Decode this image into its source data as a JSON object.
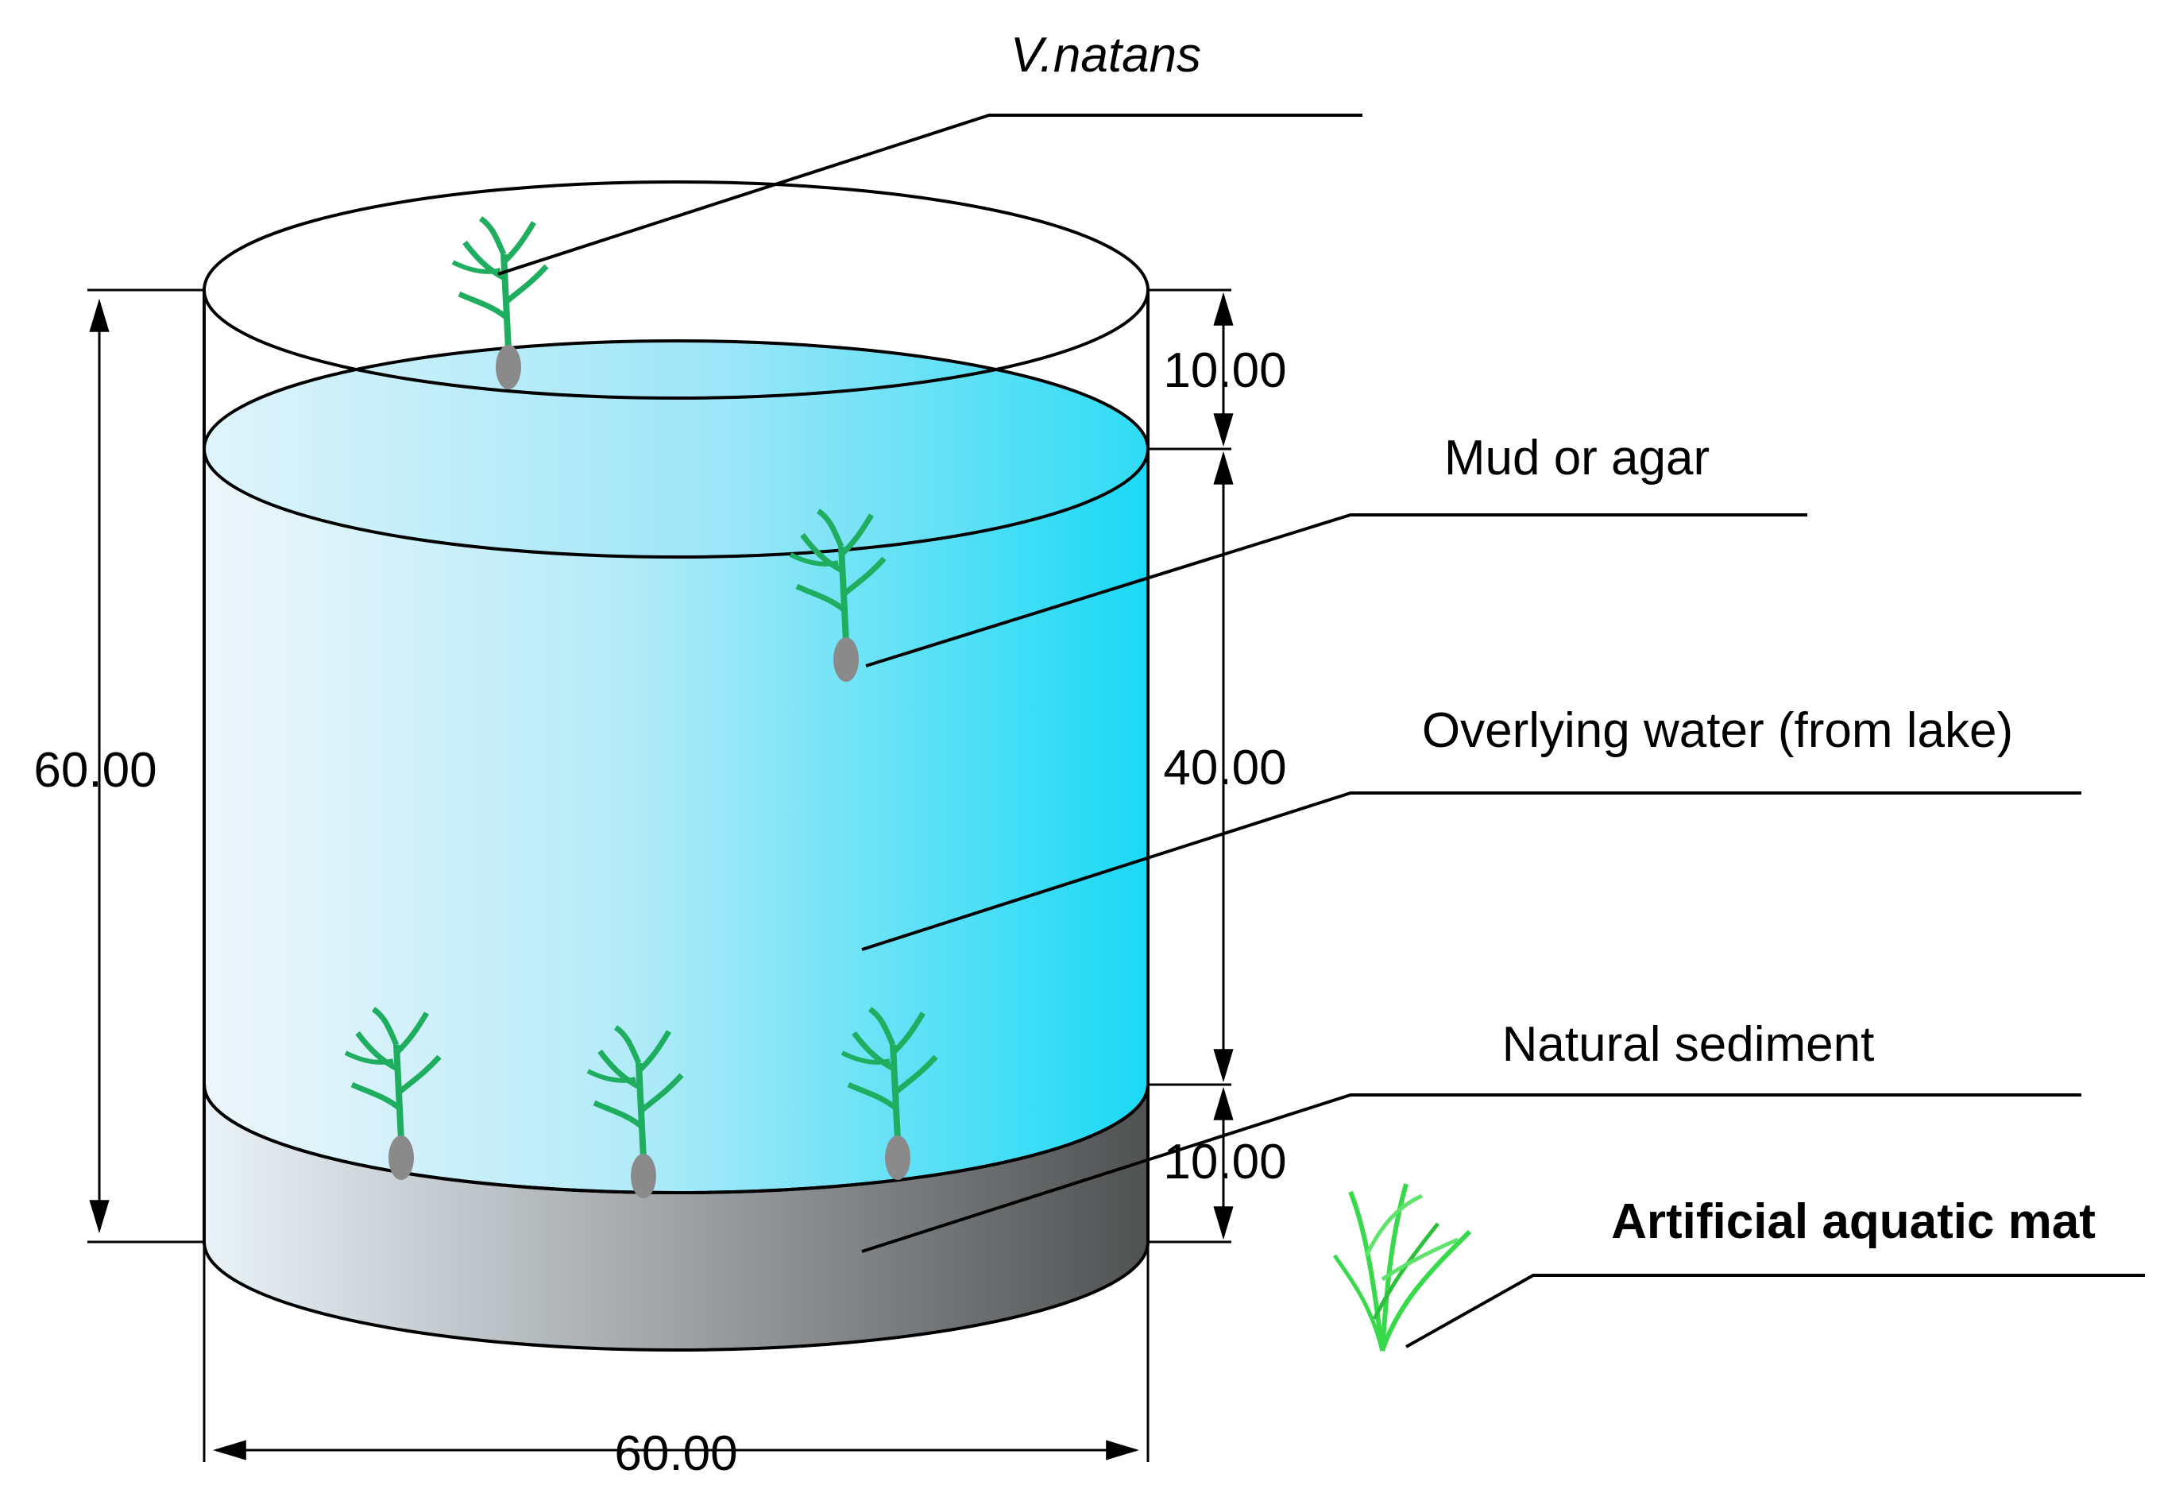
{
  "labels": {
    "v_natans": "V.natans",
    "mud_or_agar": "Mud or agar",
    "overlying_water": "Overlying water (from lake)",
    "natural_sediment": "Natural sediment",
    "artificial_mat": "Artificial aquatic mat"
  },
  "dimensions": {
    "total_height": "60.00",
    "top_gap": "10.00",
    "water_depth": "40.00",
    "sediment_depth": "10.00",
    "diameter": "60.00"
  },
  "colors": {
    "water_light": "#eef6fb",
    "water_mid": "#b3ebf8",
    "water_dark": "#1ad9f5",
    "sediment_light": "#e9f3f8",
    "sediment_dark": "#4f5152",
    "plant": "#1fae5f",
    "root": "#8a8a8a",
    "mat_plant": "#38d94a",
    "label_dark": "#1a1a33"
  },
  "icons": {
    "plant": "submerged-plant-icon",
    "mat": "artificial-mat-icon"
  }
}
